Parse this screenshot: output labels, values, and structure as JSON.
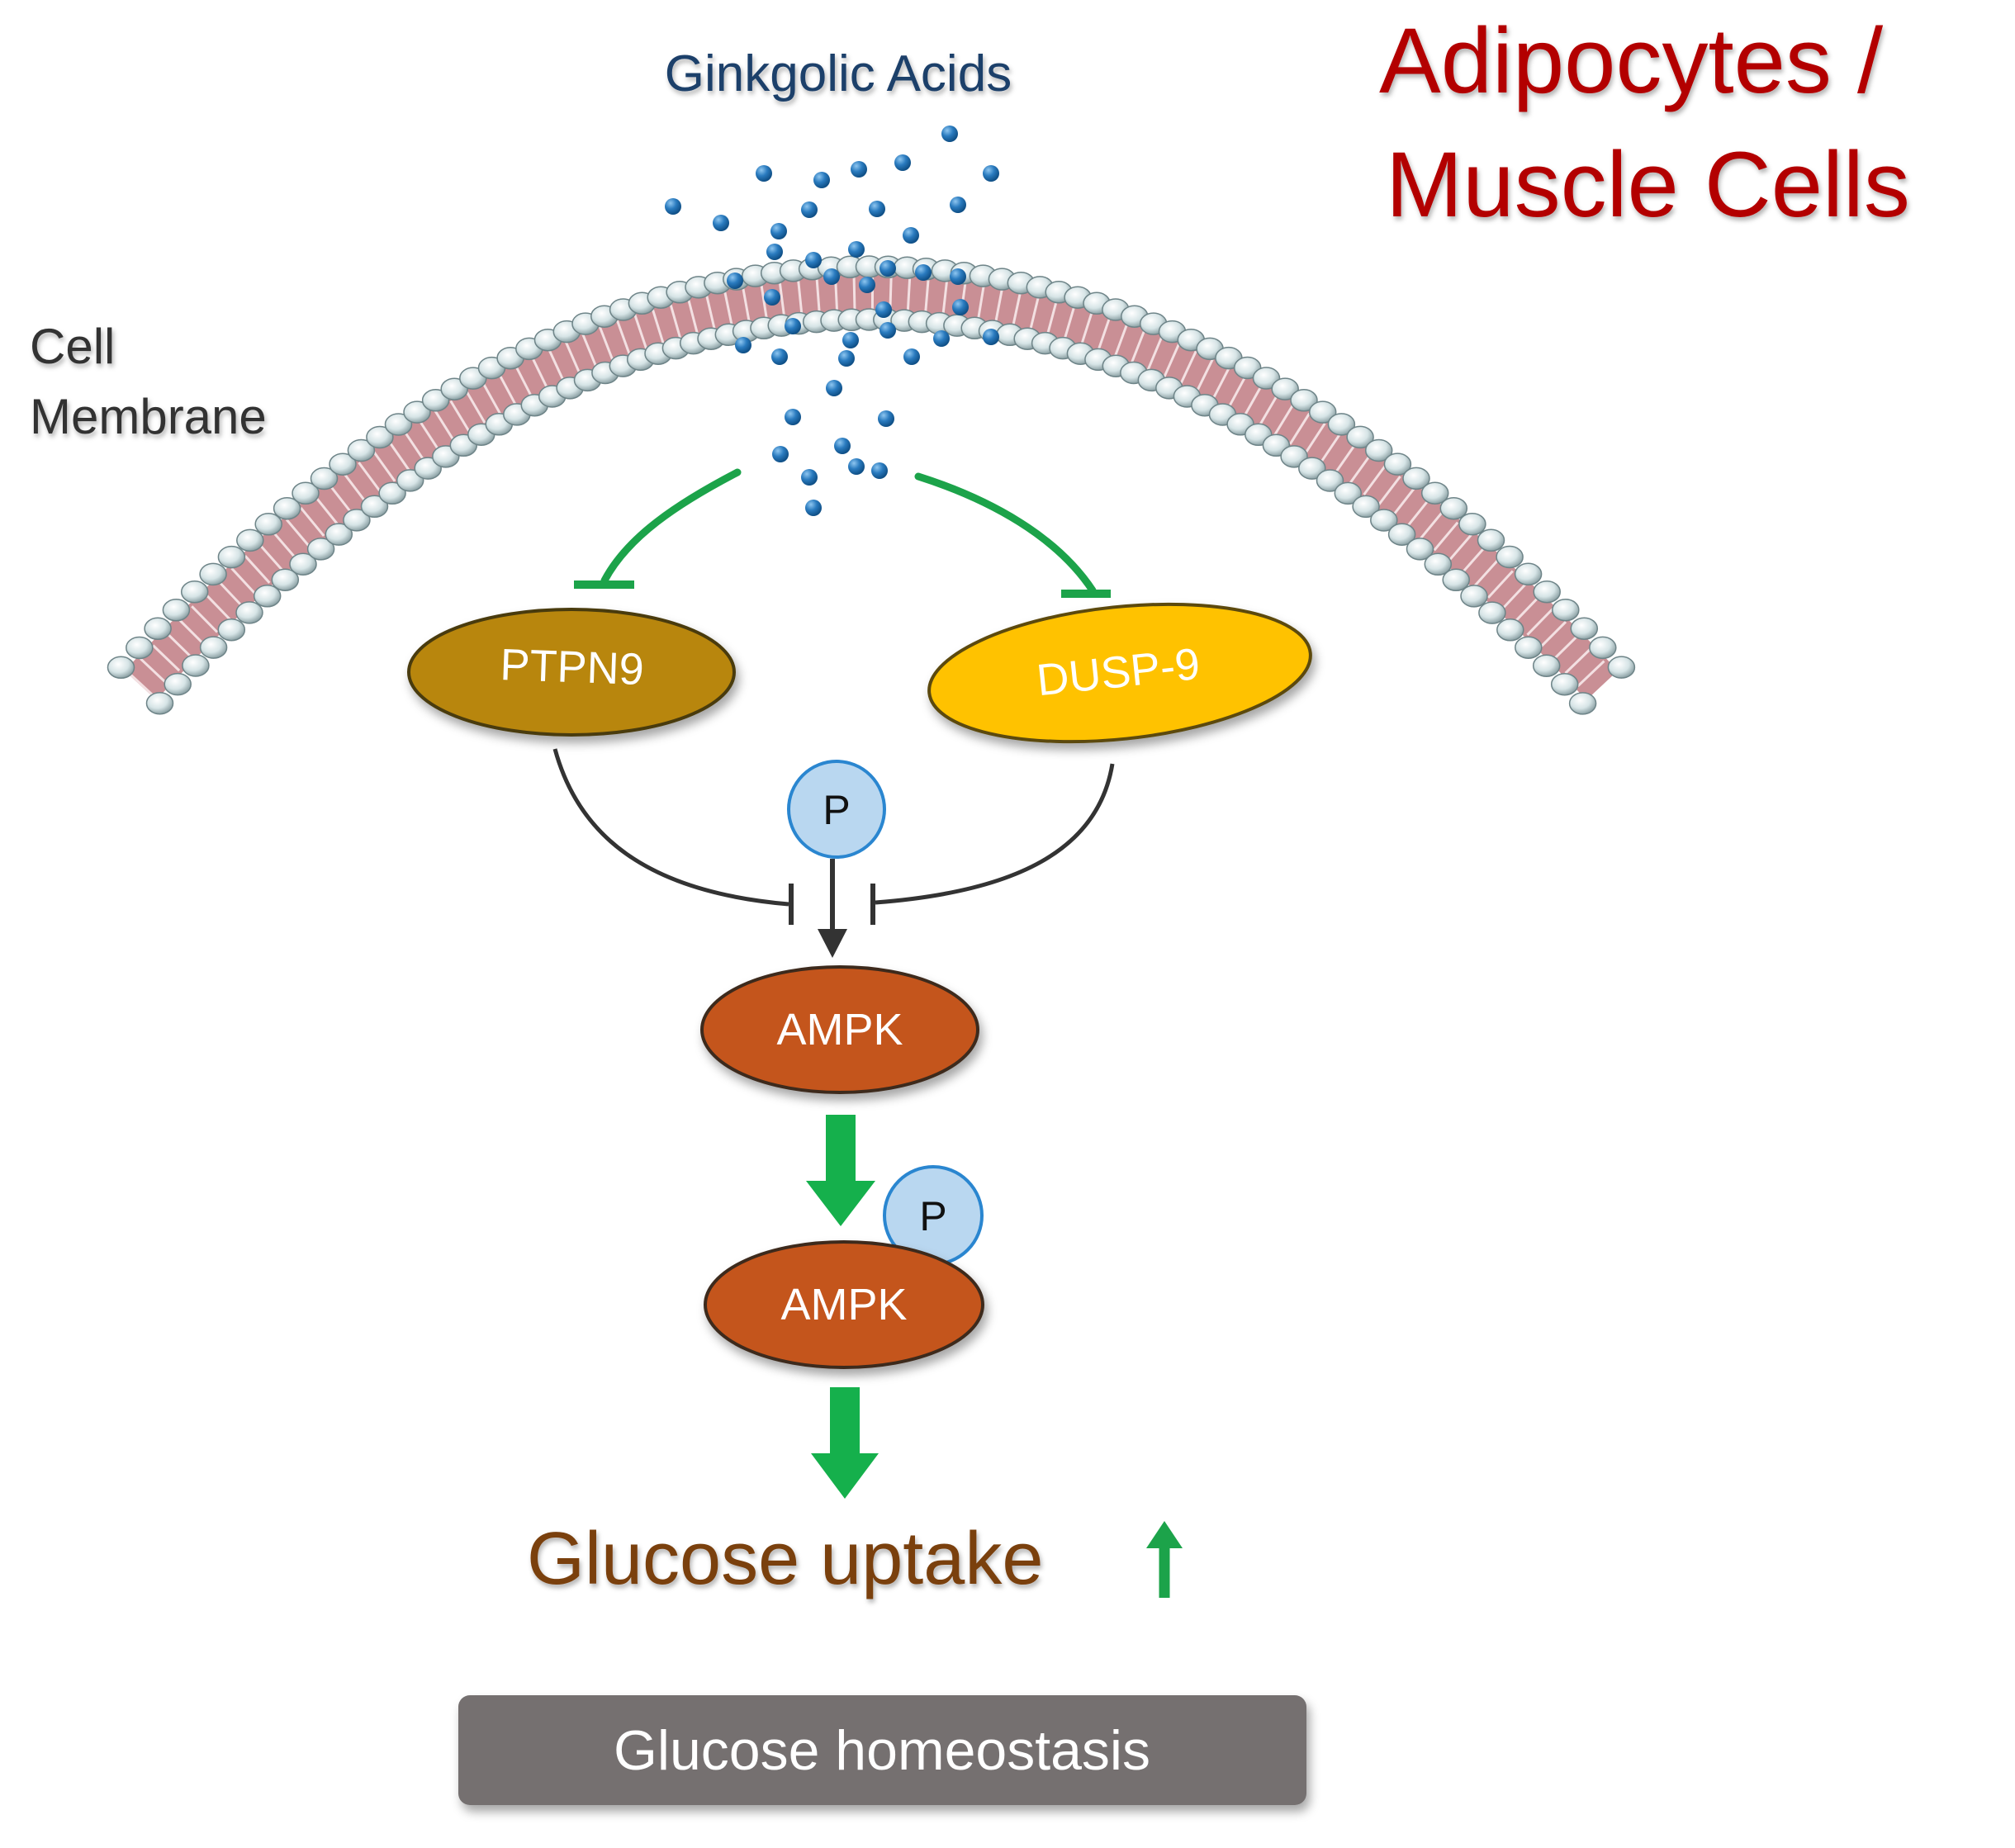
{
  "title": {
    "line1": "Adipocytes  /",
    "line2": "Muscle Cells",
    "color": "#b30000"
  },
  "labels": {
    "ginkgolic_acids": "Ginkgolic Acids",
    "cell_membrane_line1": "Cell",
    "cell_membrane_line2": "Membrane"
  },
  "nodes": {
    "ptpn9": {
      "label": "PTPN9",
      "color": "#b8860b"
    },
    "dusp9": {
      "label": "DUSP-9",
      "color": "#ffc200"
    },
    "ampk_top": {
      "label": "AMPK",
      "color": "#c4541a"
    },
    "ampk_bottom": {
      "label": "AMPK",
      "color": "#c4541a"
    },
    "phospho_top": {
      "label": "P"
    },
    "phospho_bottom": {
      "label": "P"
    }
  },
  "outcome": {
    "glucose_uptake": "Glucose uptake",
    "glucose_homeostasis": "Glucose homeostasis"
  },
  "colors": {
    "molecule": "#2a7bbf",
    "inhibit_green": "#1ca34a",
    "activate_green": "#15b04c",
    "membrane_head": "#cfdfe0",
    "membrane_tail": "#c98f95",
    "phospho_fill": "#b9d7f0",
    "phospho_stroke": "#2a86d0",
    "outcome_text": "#7a3f0f",
    "homeostasis_bg": "#747070"
  }
}
